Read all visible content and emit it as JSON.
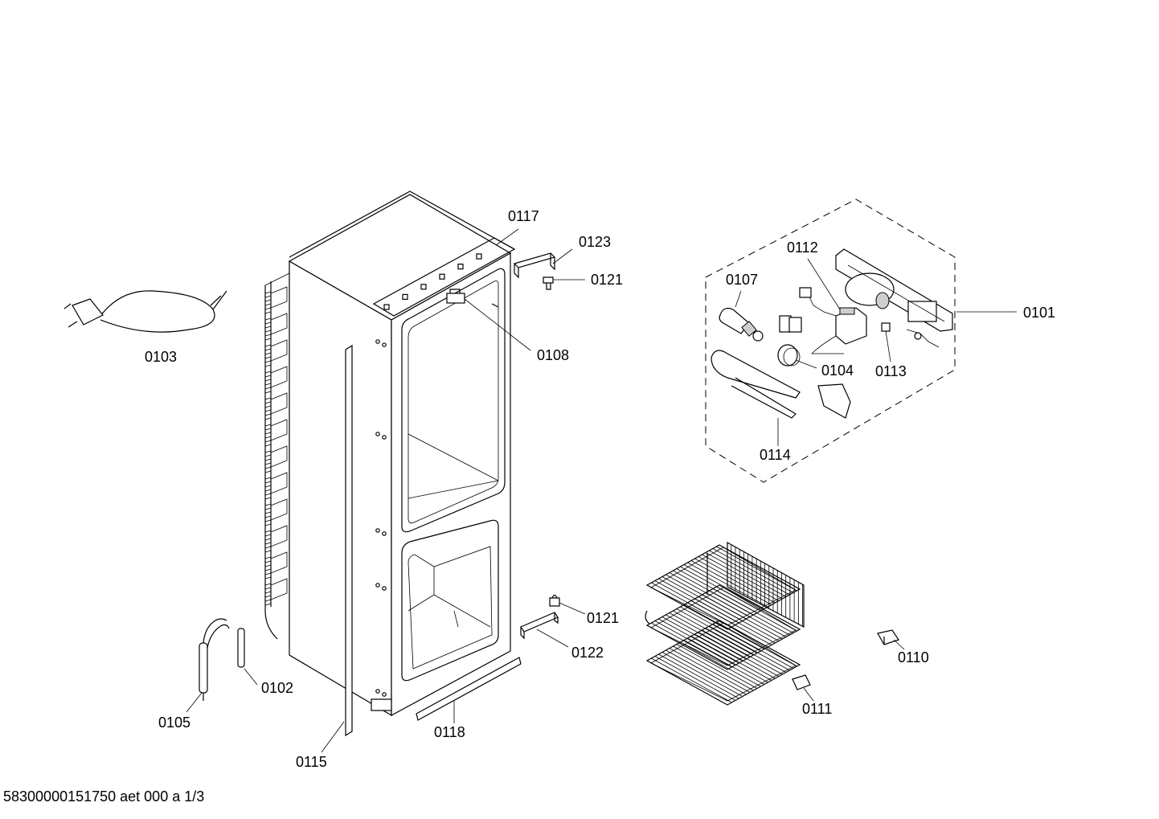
{
  "document": {
    "footer_text": "58300000151750 aet 000 a 1/3"
  },
  "labels": {
    "l0117": "0117",
    "l0123": "0123",
    "l0121a": "0121",
    "l0108": "0108",
    "l0103": "0103",
    "l0112": "0112",
    "l0107": "0107",
    "l0101": "0101",
    "l0104": "0104",
    "l0113": "0113",
    "l0114": "0114",
    "l0121b": "0121",
    "l0122": "0122",
    "l0110": "0110",
    "l0111": "0111",
    "l0102": "0102",
    "l0105": "0105",
    "l0118": "0118",
    "l0115": "0115"
  }
}
